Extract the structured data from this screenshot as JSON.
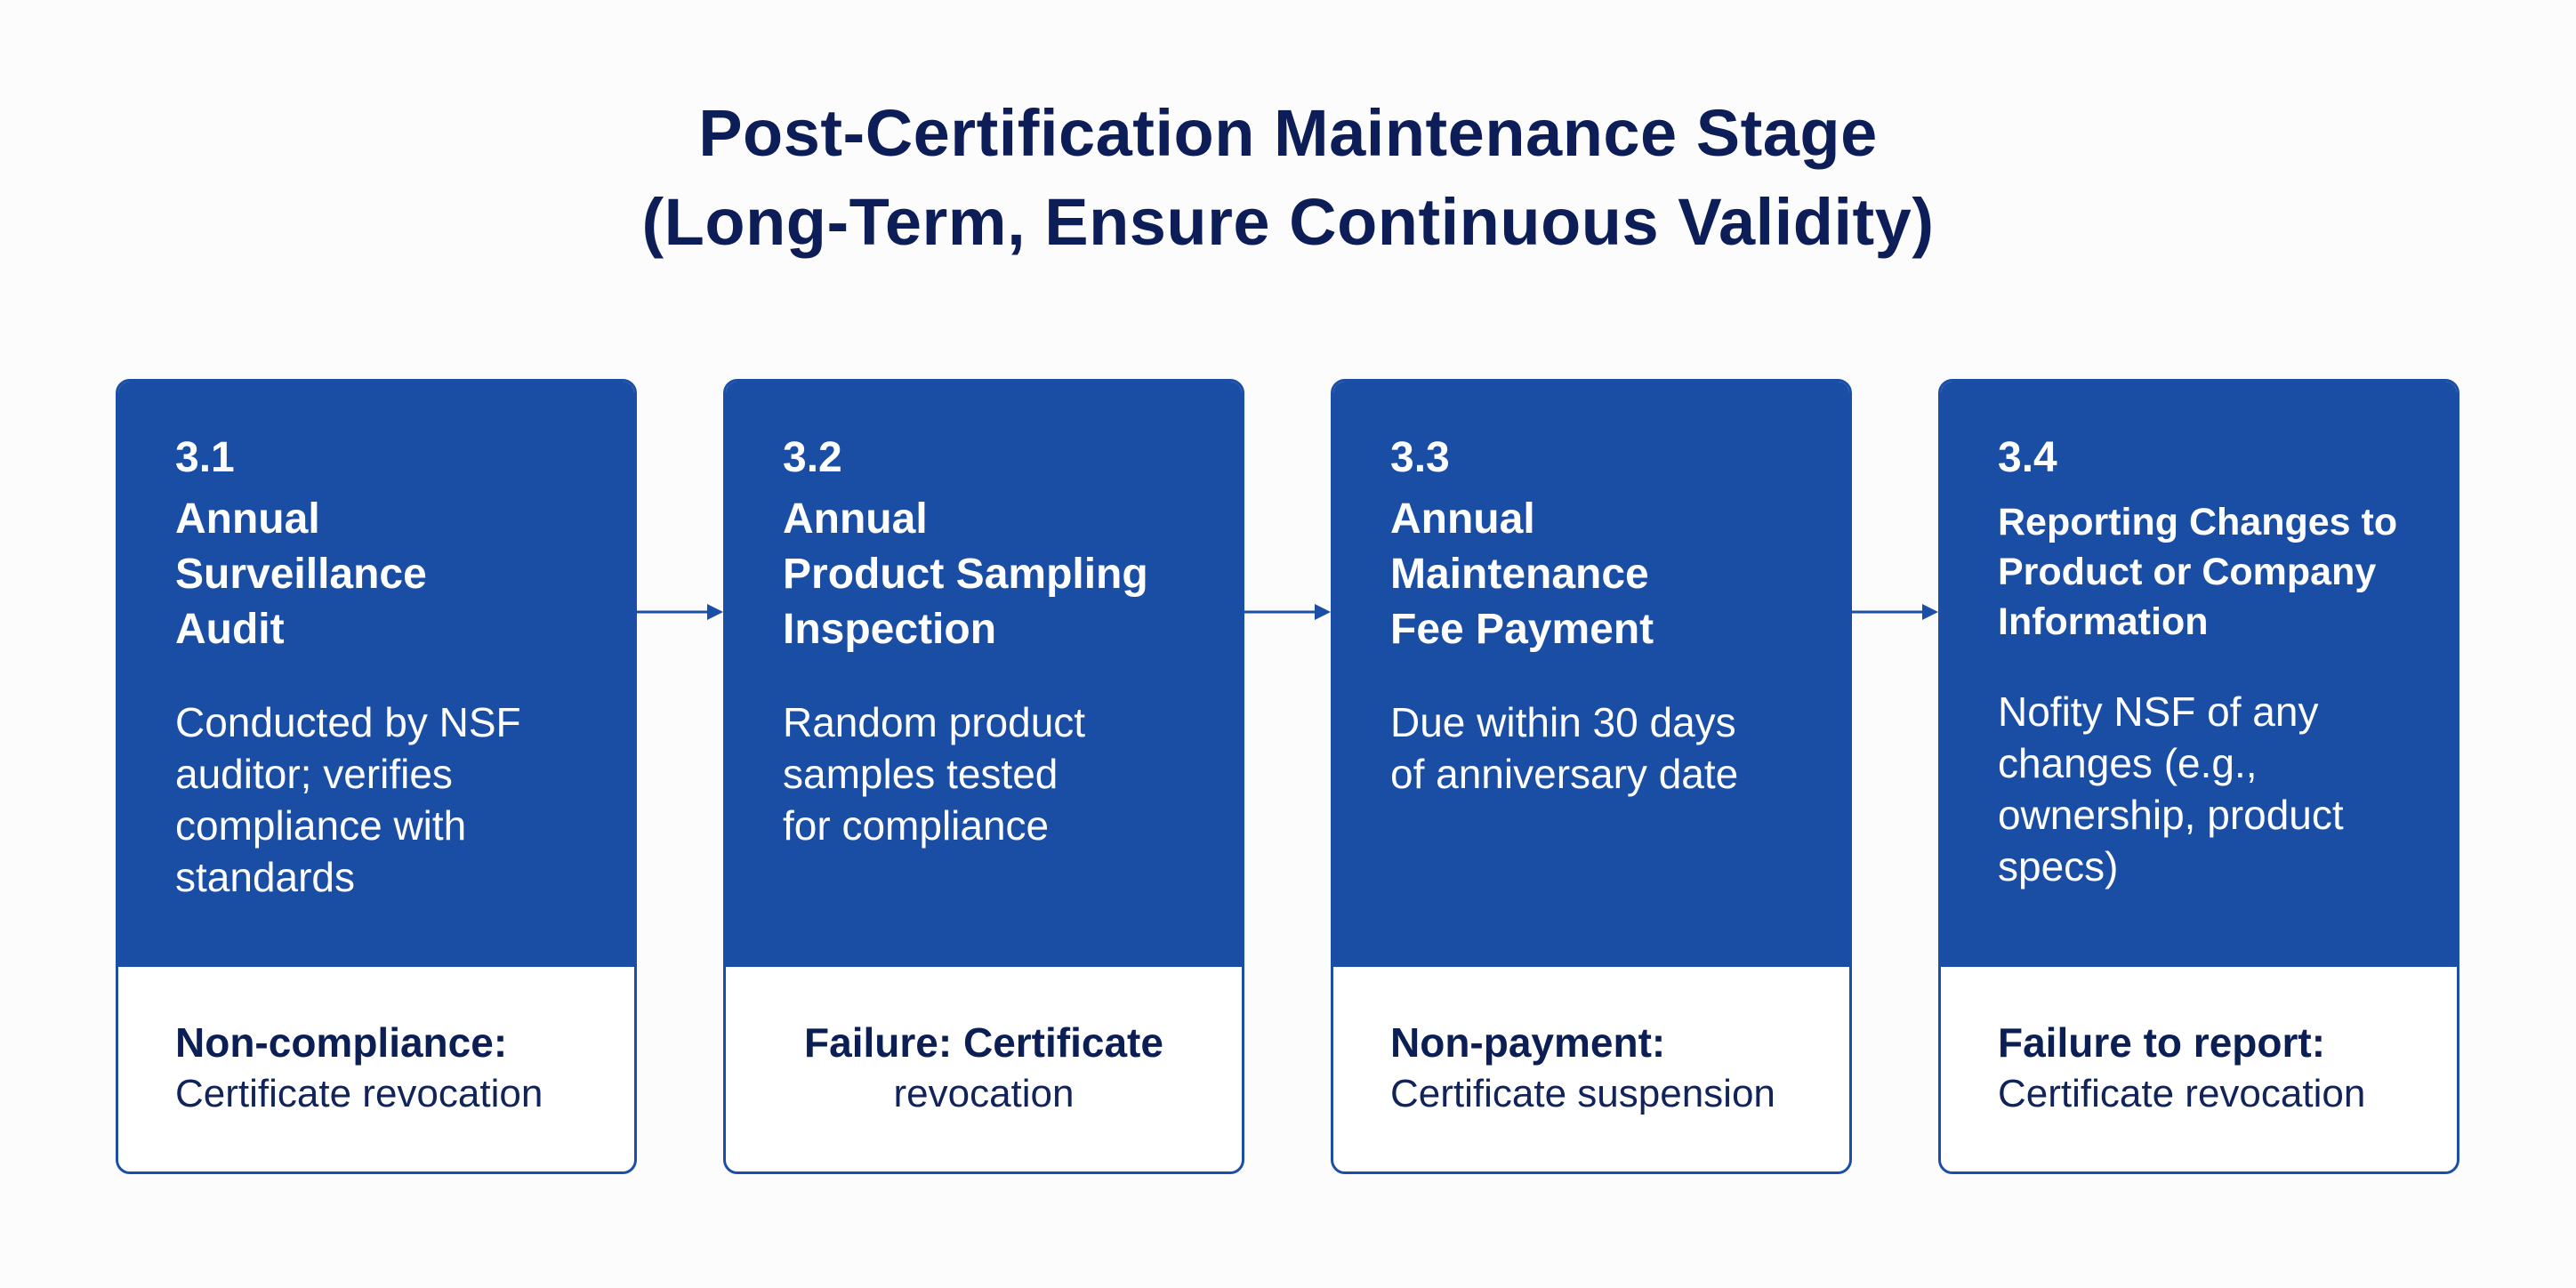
{
  "title": {
    "line1": "Post-Certification Maintenance Stage",
    "line2": "(Long-Term, Ensure Continuous Validity)"
  },
  "colors": {
    "card_blue": "#1a4da4",
    "title_navy": "#0d1d57",
    "arrow": "#1b4ea6"
  },
  "steps": [
    {
      "number": "3.1",
      "title": "Annual\nSurveillance\nAudit",
      "description": "Conducted by NSF\nauditor; verifies\ncompliance with\nstandards",
      "consequence_label": "Non-compliance:",
      "consequence_text": "Certificate revocation"
    },
    {
      "number": "3.2",
      "title": "Annual\nProduct Sampling\nInspection",
      "description": "Random product\nsamples tested\nfor compliance",
      "consequence_label": "Failure: Certificate",
      "consequence_text": "revocation"
    },
    {
      "number": "3.3",
      "title": "Annual\nMaintenance\nFee Payment",
      "description": "Due within 30 days\nof anniversary date",
      "consequence_label": "Non-payment:",
      "consequence_text": "Certificate suspension"
    },
    {
      "number": "3.4",
      "title": "Reporting Changes to\nProduct or Company\nInformation",
      "description": "Nofity NSF of any\nchanges (e.g.,\nownership, product\nspecs)",
      "consequence_label": "Failure to report:",
      "consequence_text": "Certificate revocation"
    }
  ]
}
